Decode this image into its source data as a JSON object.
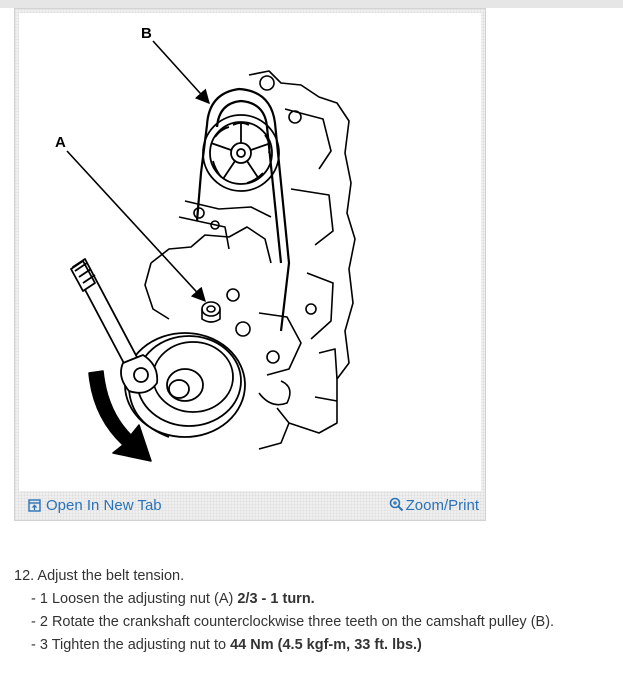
{
  "diagram": {
    "label_a": "A",
    "label_b": "B"
  },
  "toolbar": {
    "open_new_tab": "Open In New Tab",
    "zoom_print": "Zoom/Print"
  },
  "instructions": {
    "step_number": "12.",
    "step_title": "Adjust the belt tension.",
    "substeps": [
      {
        "prefix": "- 1 Loosen the adjusting nut (A) ",
        "bold": "2/3 - 1 turn.",
        "suffix": ""
      },
      {
        "prefix": "- 2 Rotate the crankshaft counterclockwise three teeth on the camshaft pulley (B).",
        "bold": "",
        "suffix": ""
      },
      {
        "prefix": "- 3 Tighten the adjusting nut to ",
        "bold": "44 Nm (4.5 kgf-m, 33 ft. lbs.)",
        "suffix": ""
      }
    ]
  },
  "colors": {
    "link": "#2a73b9",
    "text": "#333333",
    "frame_border": "#d2d2d2"
  }
}
